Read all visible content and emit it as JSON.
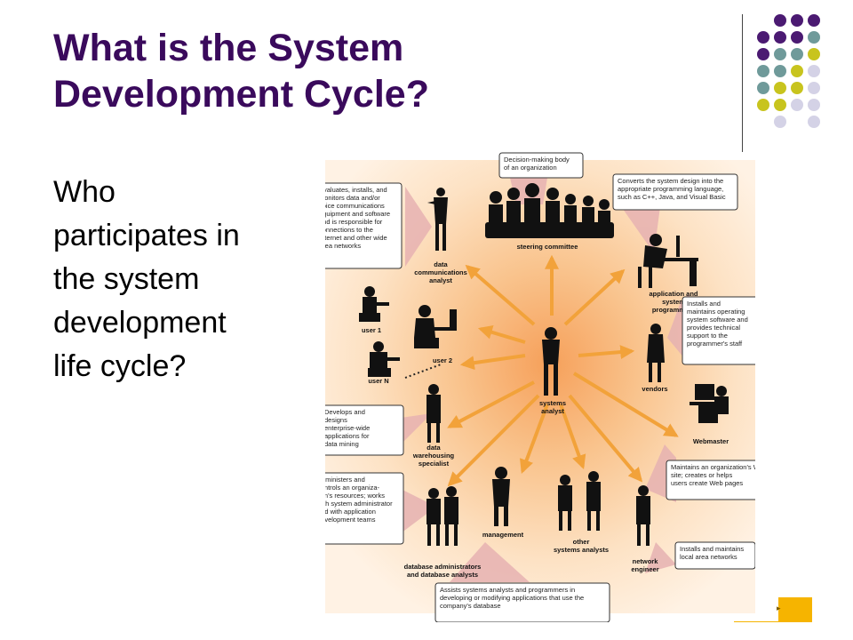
{
  "slide": {
    "title_line1": "What is the System",
    "title_line2": "Development Cycle?",
    "body_lines": [
      "Who",
      "participates in",
      "the system",
      "development",
      "life cycle?"
    ]
  },
  "colors": {
    "title": "#3a0a5c",
    "dot_purple": "#4b1a72",
    "dot_teal": "#6f9a9a",
    "dot_olive": "#c8c41e",
    "dot_lavender": "#d4d2e6",
    "accent_orange": "#f6b400"
  },
  "diagram": {
    "center_label": [
      "systems",
      "analyst"
    ],
    "roles": {
      "steering": [
        "steering committee"
      ],
      "datacomm": [
        "data",
        "communications",
        "analyst"
      ],
      "user1": [
        "user 1"
      ],
      "user2": [
        "user 2"
      ],
      "userN": [
        "user N"
      ],
      "programmers": [
        "application and",
        "system",
        "programmers"
      ],
      "vendors": [
        "vendors"
      ],
      "webmaster": [
        "Webmaster"
      ],
      "warehouse": [
        "data",
        "warehousing",
        "specialist"
      ],
      "dba": [
        "database administrators",
        "and database analysts"
      ],
      "management": [
        "management"
      ],
      "other_analysts": [
        "other",
        "systems analysts"
      ],
      "network": [
        "network",
        "engineer"
      ]
    },
    "notes": {
      "steering": [
        "Decision-making body",
        "of an organization"
      ],
      "datacomm": [
        "Evaluates, installs, and",
        "monitors data and/or",
        "voice communications",
        "equipment and software",
        "and is responsible for",
        "connections to the",
        "Internet and other wide",
        "area networks"
      ],
      "programmers": [
        "Converts the system design into the",
        "appropriate programming language,",
        "such as C++, Java, and Visual Basic"
      ],
      "sysprog": [
        "Installs and",
        "maintains operating",
        "system software and",
        "provides technical",
        "support to the",
        "programmer's staff"
      ],
      "warehouse": [
        "Develops and",
        "designs",
        "enterprise-wide",
        "applications for",
        "data mining"
      ],
      "webmaster": [
        "Maintains an organization's Web",
        "site; creates or helps",
        "users create Web pages"
      ],
      "dba": [
        "Administers and",
        "controls an organiza-",
        "tion's resources; works",
        "with system administrator",
        "and with application",
        "development teams"
      ],
      "network": [
        "Installs and maintains",
        "local area networks"
      ],
      "bottom": [
        "Assists systems analysts and programmers in",
        "developing or modifying applications that use the",
        "company's database"
      ]
    }
  }
}
